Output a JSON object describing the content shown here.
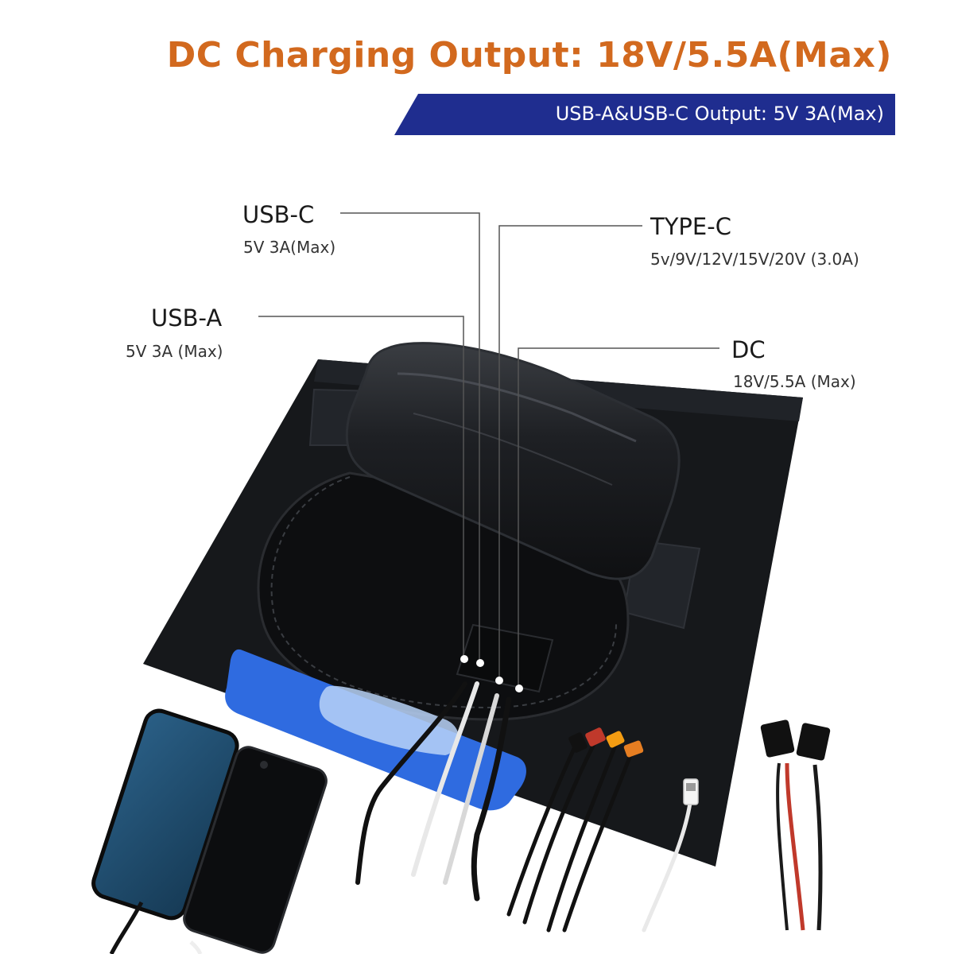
{
  "header": {
    "title": "DC Charging Output: 18V/5.5A(Max)",
    "subtitle": "USB-A&USB-C Output: 5V 3A(Max)"
  },
  "ports": {
    "usb_c": {
      "name": "USB-C",
      "spec": "5V 3A(Max)"
    },
    "usb_a": {
      "name": "USB-A",
      "spec": "5V 3A (Max)"
    },
    "type_c": {
      "name": "TYPE-C",
      "spec": "5v/9V/12V/15V/20V (3.0A)"
    },
    "dc": {
      "name": "DC",
      "spec": "18V/5.5A (Max)"
    }
  },
  "colors": {
    "headline": "#D2691E",
    "banner": "#1F2D8F",
    "panel": "#16181B",
    "blue_handle": "#2F6BE0"
  }
}
